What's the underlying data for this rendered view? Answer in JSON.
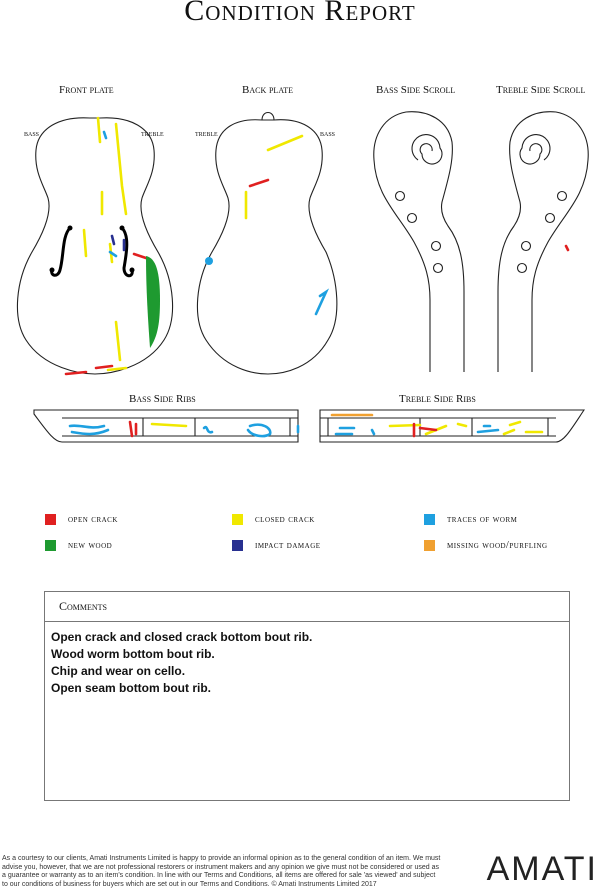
{
  "title": "Condition Report",
  "views": {
    "front_plate": "Front plate",
    "back_plate": "Back plate",
    "bass_side_scroll": "Bass Side Scroll",
    "treble_side_scroll": "Treble Side Scroll",
    "bass_side_ribs": "Bass Side Ribs",
    "treble_side_ribs": "Treble Side Ribs",
    "bass": "bass",
    "treble": "treble"
  },
  "legend": [
    {
      "label": "open crack",
      "color": "#e02020"
    },
    {
      "label": "closed crack",
      "color": "#f0e800"
    },
    {
      "label": "traces of worm",
      "color": "#1ea0e0"
    },
    {
      "label": "new wood",
      "color": "#1e9a30"
    },
    {
      "label": "impact damage",
      "color": "#283090"
    },
    {
      "label": "missing wood/purfling",
      "color": "#f0a030"
    }
  ],
  "comments": {
    "heading": "Comments",
    "lines": [
      "Open crack and closed  crack bottom bout rib.",
      "Wood worm bottom bout rib.",
      "Chip and wear on cello.",
      "Open seam bottom bout rib."
    ]
  },
  "disclaimer": "As a courtesy to our clients, Amati Instruments Limited is happy to provide an informal opinion as to the general condition of an item. We must advise you, however, that we are not professional restorers or instrument makers and any opinion we give must not be considered or used as a guarantee or warranty as to an item's condition. In line with our Terms and Conditions, all items are offered for sale 'as viewed' and subject to our conditions of business for buyers which are set out in our Terms and Conditions. © Amati Instruments Limited 2017",
  "logo": "AMATI"
}
